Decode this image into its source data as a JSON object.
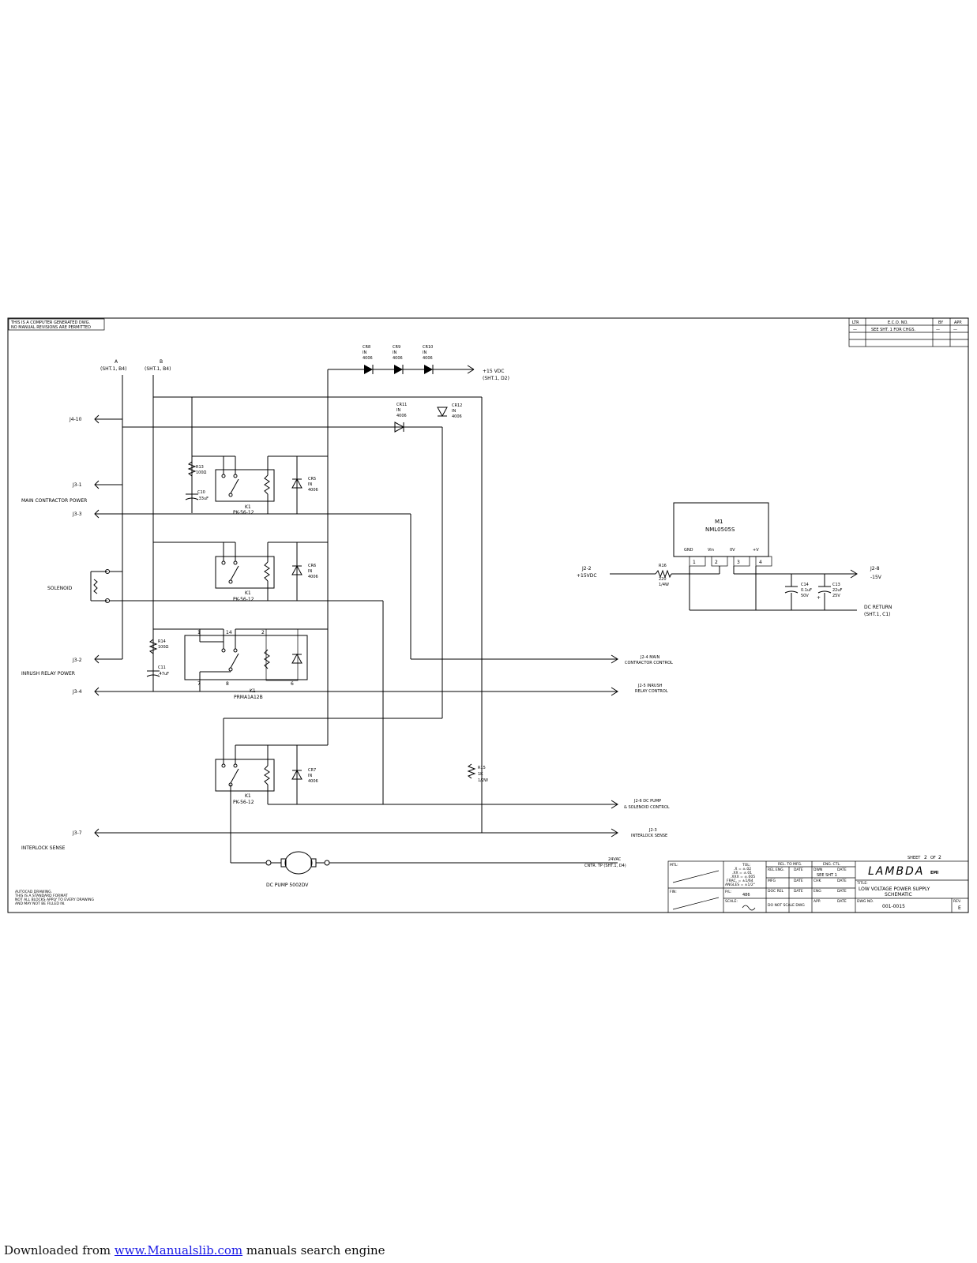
{
  "corner_note": [
    "THIS IS A COMPUTER GENERATED DWG.",
    "NO MANUAL REVISIONS ARE PERMITTED"
  ],
  "revision_block": {
    "headers": [
      "LTR",
      "E.C.O. NO.",
      "BY",
      "APP."
    ],
    "row1": [
      "—",
      "SEE SHT. 1 FOR CHGS.",
      "—",
      "—"
    ]
  },
  "bus_a": {
    "name": "A",
    "ref": "(SHT.1, B4)"
  },
  "bus_b": {
    "name": "B",
    "ref": "(SHT.1, B4)"
  },
  "connectors": {
    "j4_10": "J4-10",
    "j3_1": "J3-1",
    "j3_3": "J3-3",
    "j3_2": "J3-2",
    "j3_4": "J3-4",
    "j3_7": "J3-7",
    "j2_2": [
      "J2-2",
      "+15VDC"
    ],
    "j2_8": [
      "J2-8",
      "-15V"
    ],
    "dc_return": [
      "DC RETURN",
      "(SHT.1, C1)"
    ],
    "j2_4": [
      "J2-4 MAIN",
      "CONTRACTOR CONTROL"
    ],
    "j2_5": [
      "J2-5 INRUSH",
      "RELAY CONTROL"
    ],
    "j2_6": [
      "J2-6 DC PUMP",
      "& SOLENOID CONTROL"
    ],
    "j2_3": [
      "J2-3",
      "INTERLOCK SENSE"
    ],
    "plus15": [
      "+15 VDC",
      "(SHT.1, D2)"
    ],
    "ac24": [
      "24VAC",
      "CNTR. TP (SHT.1, D4)"
    ]
  },
  "labels": {
    "main_contractor_power": "MAIN CONTRACTOR POWER",
    "solenoid": "SOLENOID",
    "inrush_relay_power": "INRUSH RELAY POWER",
    "interlock_sense": "INTERLOCK SENSE",
    "dc_pump": "DC PUMP 5002DV"
  },
  "components": {
    "cr8": [
      "CR8",
      "IN",
      "4006"
    ],
    "cr9": [
      "CR9",
      "IN",
      "4006"
    ],
    "cr10": [
      "CR10",
      "IN",
      "4006"
    ],
    "cr11": [
      "CR11",
      "IN",
      "4006"
    ],
    "cr12": [
      "CR12",
      "IN",
      "4006"
    ],
    "cr5": [
      "CR5",
      "IN",
      "4006"
    ],
    "cr6": [
      "CR6",
      "IN",
      "4006"
    ],
    "cr7": [
      "CR7",
      "IN",
      "4006"
    ],
    "r13": [
      "R13",
      "100Ω"
    ],
    "c10": [
      "C10",
      ".33uF"
    ],
    "r14": [
      "R14",
      "100Ω"
    ],
    "c11": [
      "C11",
      ".47uF"
    ],
    "r15": [
      "R15",
      "1K",
      "1/2W"
    ],
    "r16": [
      "R16",
      "220",
      "1/4W"
    ],
    "c14": [
      "C14",
      "0.1uF",
      "50V"
    ],
    "c13": [
      "C13",
      "22uF",
      "25V"
    ],
    "k1a": [
      "K1",
      "PK-56-12"
    ],
    "k1b": [
      "K1",
      "PK-56-12"
    ],
    "k1c": [
      "K1",
      "PRMA1A12B"
    ],
    "k1d": [
      "K1",
      "PK-56-12"
    ],
    "k1c_pins": [
      "1",
      "14",
      "2",
      "7",
      "8",
      "6"
    ],
    "m1": [
      "M1",
      "NML0505S"
    ],
    "m1_pins": [
      "GND",
      "Vin",
      "0V",
      "+V"
    ],
    "m1_pin_nums": [
      "1",
      "2",
      "3",
      "4"
    ],
    "c13_plus": "+"
  },
  "title_block": {
    "sheet": [
      "SHEET",
      "2",
      "OF",
      "2"
    ],
    "mtl": "MTL:",
    "fin": "FIN:",
    "tol_header": "TOL:",
    "tol_rows": [
      ".X = ±.02",
      ".XX = ±.01",
      ".XXX = ±.005",
      "FRAC. = ±1/64",
      "ANGLES = ±1/2°"
    ],
    "ref_to_mfg": "REL. TO MFG.",
    "rel_cols": [
      "REL ENG.",
      "DATE"
    ],
    "mfg": [
      "MFG",
      "DATE"
    ],
    "doc_rel": [
      "DOC REL",
      "DATE"
    ],
    "eng_ctl": "ENG. CTL.",
    "dwn": [
      "DWN",
      "DATE"
    ],
    "see_sht": "SEE SHT 1",
    "chk": [
      "CHK",
      "DATE"
    ],
    "eng": [
      "ENG",
      "DATE"
    ],
    "appd": [
      "APP.",
      "DATE"
    ],
    "pl": "P/L:",
    "pl_val": "486",
    "scale": "SCALE:",
    "no_scale": "DO NOT SCALE DWG",
    "logo": "LAMBDA",
    "logo_sub": "EMI",
    "title_label": "TITLE:",
    "title": [
      "LOW VOLTAGE POWER SUPPLY",
      "SCHEMATIC"
    ],
    "dwg_no_label": "DWG NO.",
    "dwg_no": "001-0015",
    "rev_label": "REV.",
    "rev": "E"
  },
  "bottom_note": [
    "AUTOCAD DRAWING.",
    "THIS IS A STANDARD FORMAT",
    "NOT ALL BLOCKS APPLY TO EVERY DRAWING",
    "AND MAY NOT BE FILLED IN."
  ],
  "footer": {
    "prefix": "Downloaded from ",
    "link": "www.Manualslib.com",
    "suffix": " manuals search engine"
  }
}
